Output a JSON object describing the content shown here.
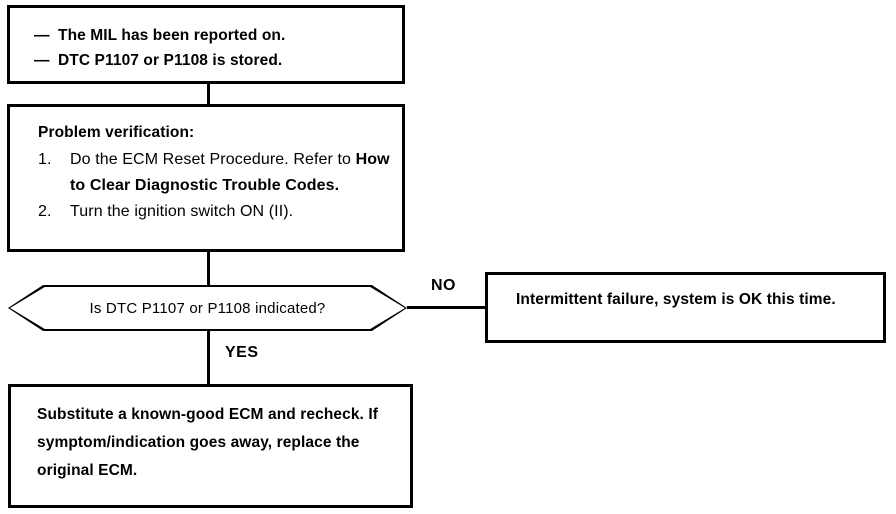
{
  "diagram": {
    "type": "troubleshooting-flowchart",
    "symptom_box": {
      "bullets": [
        {
          "marker": "—",
          "text": "The MIL has been reported on."
        },
        {
          "marker": "—",
          "text": "DTC P1107 or P1108 is stored."
        }
      ]
    },
    "problem_verification_box": {
      "heading": "Problem verification:",
      "items": [
        {
          "number": "1.",
          "text_regular_1": "Do the ECM Reset Procedure. Refer to ",
          "text_bold": "How to Clear Diagnostic Trouble Codes.",
          "text_regular_2": ""
        },
        {
          "number": "2.",
          "text_regular_1": "Turn the ignition switch ON (II).",
          "text_bold": "",
          "text_regular_2": ""
        }
      ]
    },
    "decision": {
      "question": "Is DTC P1107 or P1108 indicated?",
      "branch_no_label": "NO",
      "branch_yes_label": "YES"
    },
    "no_outcome_box": {
      "text": "Intermittent failure, system is OK this time."
    },
    "yes_outcome_box": {
      "text": "Substitute a known-good ECM and recheck. If symptom/indication goes away, replace the original ECM."
    },
    "colors": {
      "ink": "#000000",
      "paper": "#ffffff"
    }
  }
}
